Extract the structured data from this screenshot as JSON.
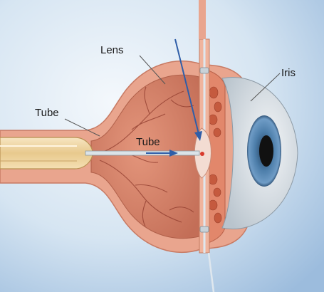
{
  "labels": {
    "lens": "Lens",
    "iris": "Iris",
    "tube_outer": "Tube",
    "tube_inner": "Tube"
  },
  "colors": {
    "background_light": "#eef4fa",
    "background_dark": "#9fbfdf",
    "eye_tissue": "#d9826a",
    "eye_tissue_dark": "#b85f4a",
    "sclera_wall": "#e9a58e",
    "cornea": "#dfe6ec",
    "iris_blue": "#3f6f9c",
    "pupil": "#111111",
    "vessel": "#8e3a2c",
    "arrow": "#2f5ea8",
    "tube_fill": "#f2d9a8",
    "needle": "#c9d2d8",
    "leader_line": "#555555"
  },
  "icons": {
    "arrow_head": "triangle-arrow",
    "iris_shape": "concentric-circles"
  }
}
